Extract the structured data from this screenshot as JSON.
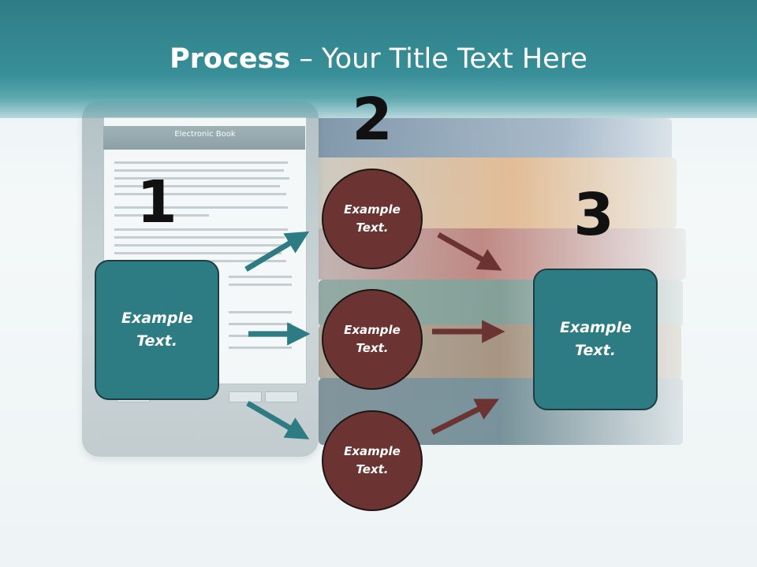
{
  "slide": {
    "title_bold": "Process",
    "title_rest": " – Your Title Text Here",
    "colors": {
      "teal": "#2e7c83",
      "maroon": "#6b3432",
      "header": "#388f98"
    }
  },
  "background": {
    "reader_label": "Electronic Book"
  },
  "steps": {
    "num1": "1",
    "num2": "2",
    "num3": "3"
  },
  "nodes": {
    "start_box": "Example Text.",
    "circle_top": "Example Text.",
    "circle_middle": "Example Text.",
    "circle_bottom": "Example Text.",
    "end_box": "Example Text."
  }
}
